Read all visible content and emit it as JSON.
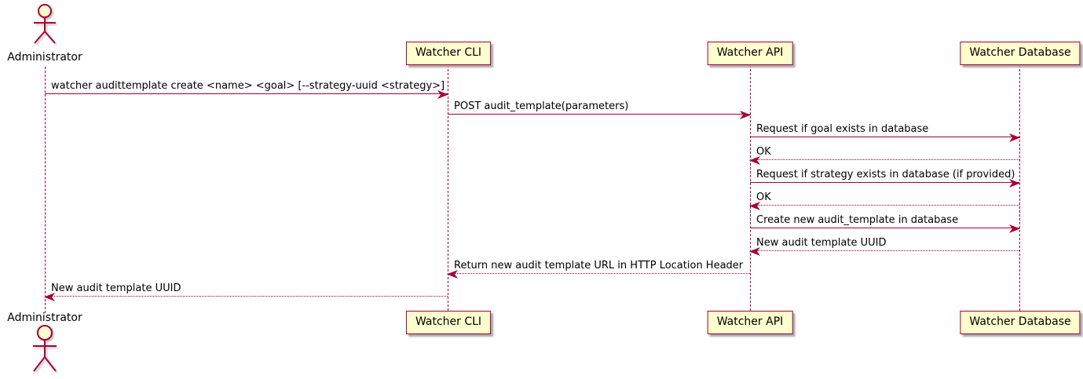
{
  "diagram": {
    "type": "sequence-diagram",
    "colors": {
      "participant_fill": "#fefece",
      "border": "#a80036",
      "arrow": "#a80036",
      "lifeline": "#a80036",
      "text": "#000000",
      "shadow": "#a9a9a9",
      "background": "#ffffff"
    },
    "actor": {
      "name": "Administrator"
    },
    "participants": [
      {
        "name": "Watcher CLI"
      },
      {
        "name": "Watcher API"
      },
      {
        "name": "Watcher Database"
      }
    ],
    "messages": [
      {
        "from": "Administrator",
        "to": "Watcher CLI",
        "style": "solid",
        "label": "watcher audittemplate create <name> <goal> [--strategy-uuid <strategy>]"
      },
      {
        "from": "Watcher CLI",
        "to": "Watcher API",
        "style": "solid",
        "label": "POST audit_template(parameters)"
      },
      {
        "from": "Watcher API",
        "to": "Watcher Database",
        "style": "solid",
        "label": "Request if goal exists in database"
      },
      {
        "from": "Watcher Database",
        "to": "Watcher API",
        "style": "dashed",
        "label": "OK"
      },
      {
        "from": "Watcher API",
        "to": "Watcher Database",
        "style": "solid",
        "label": "Request if strategy exists in database (if provided)"
      },
      {
        "from": "Watcher Database",
        "to": "Watcher API",
        "style": "dashed",
        "label": "OK"
      },
      {
        "from": "Watcher API",
        "to": "Watcher Database",
        "style": "solid",
        "label": "Create new audit_template in database"
      },
      {
        "from": "Watcher Database",
        "to": "Watcher API",
        "style": "dashed",
        "label": "New audit template UUID"
      },
      {
        "from": "Watcher API",
        "to": "Watcher CLI",
        "style": "dashed",
        "label": "Return new audit template URL in HTTP Location Header"
      },
      {
        "from": "Watcher CLI",
        "to": "Administrator",
        "style": "dashed",
        "label": "New audit template UUID"
      }
    ]
  }
}
